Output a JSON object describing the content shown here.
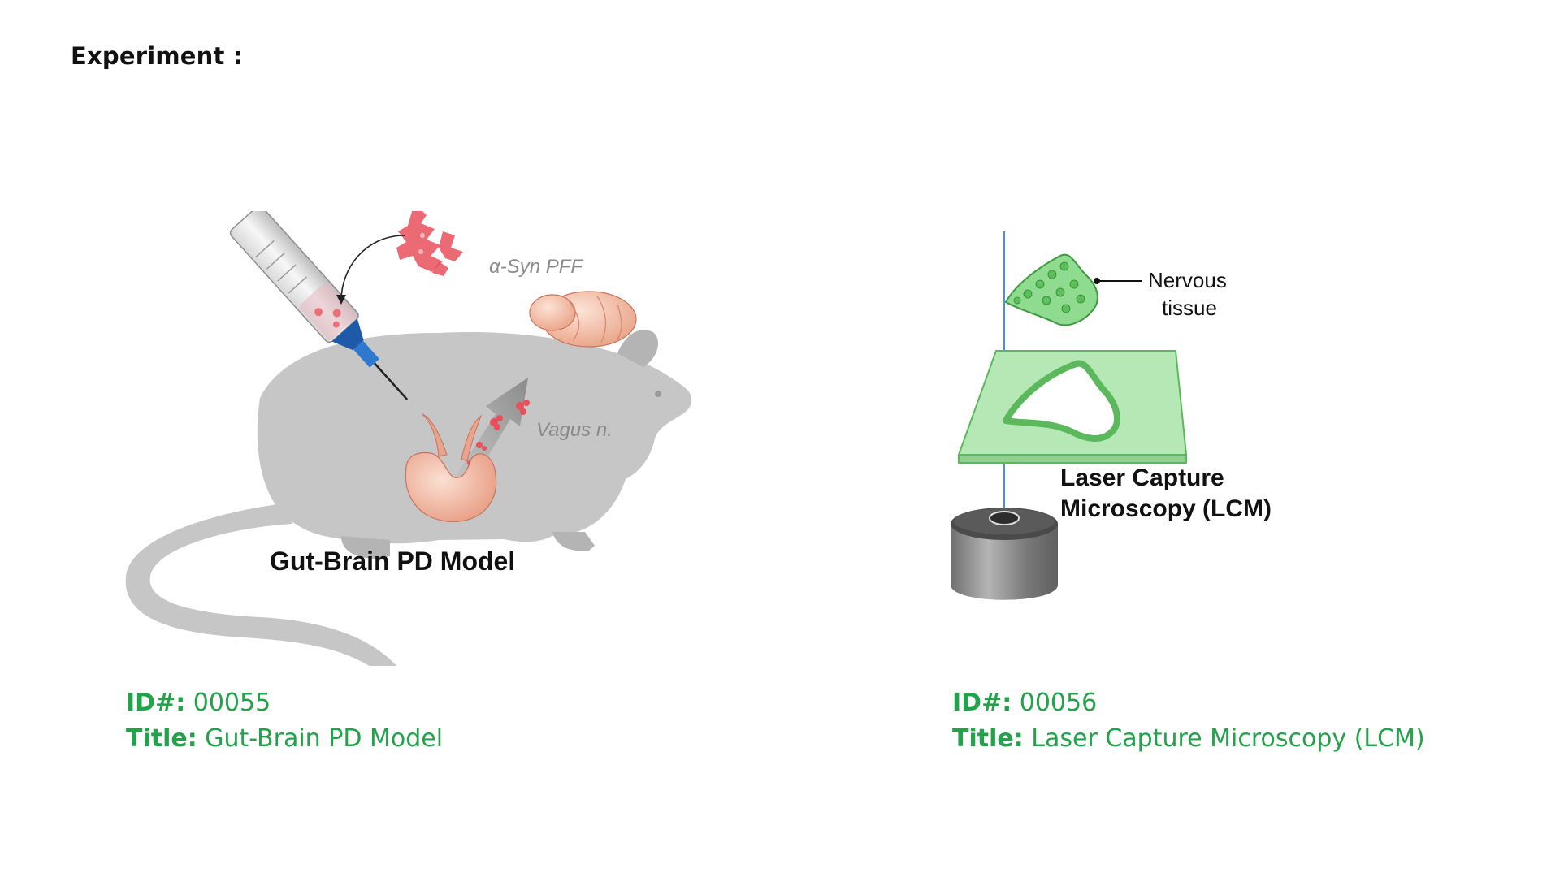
{
  "page": {
    "heading": "Experiment :"
  },
  "experiments": [
    {
      "figure": {
        "title": "Gut-Brain PD Model",
        "labels": {
          "protein": "α-Syn PFF",
          "nerve": "Vagus n."
        }
      },
      "id_label": "ID#:",
      "id_value": "00055",
      "title_label": "Title:",
      "title_value": "Gut-Brain PD Model"
    },
    {
      "figure": {
        "title_line1": "Laser Capture",
        "title_line2": "Microscopy (LCM)",
        "labels": {
          "tissue_line1": "Nervous",
          "tissue_line2": "tissue"
        }
      },
      "id_label": "ID#:",
      "id_value": "00056",
      "title_label": "Title:",
      "title_value": "Laser Capture Microscopy (LCM)"
    }
  ],
  "colors": {
    "caption_green": "#22a34a",
    "mouse_gray": "#c6c6c6",
    "tissue_green": "#8fdb8f",
    "slide_green": "#b5e8b5",
    "laser_blue": "#4a90e2",
    "protein_red": "#e8505b",
    "organ_pink": "#f0b8a0"
  }
}
